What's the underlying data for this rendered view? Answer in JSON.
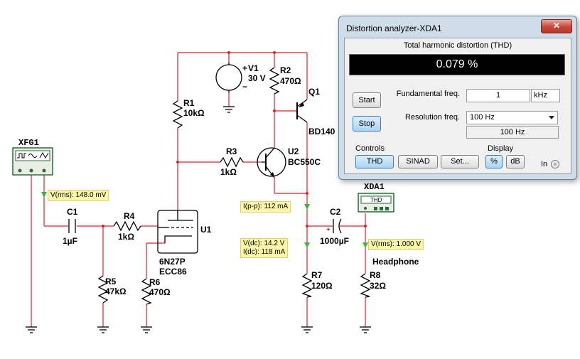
{
  "schematic": {
    "xfg": "XFG1",
    "probe_vin": "V(rms): 148.0 mV",
    "c1": {
      "ref": "C1",
      "value": "1µF"
    },
    "r4": {
      "ref": "R4",
      "value": "1kΩ"
    },
    "r5": {
      "ref": "R5",
      "value": "47kΩ"
    },
    "r6": {
      "ref": "R6",
      "value": "470Ω"
    },
    "u1": {
      "ref": "U1",
      "type1": "6N27P",
      "type2": "ECC86"
    },
    "r1": {
      "ref": "R1",
      "value": "10kΩ"
    },
    "v1": {
      "ref": "V1",
      "value": "30 V"
    },
    "r2": {
      "ref": "R2",
      "value": "470Ω"
    },
    "q1": {
      "ref": "Q1",
      "type": "BD140"
    },
    "r3": {
      "ref": "R3",
      "value": "1kΩ"
    },
    "u2": {
      "ref": "U2",
      "type": "BC550C"
    },
    "probe_ipp": "I(p-p): 112 mA",
    "probe_vdc": "V(dc): 14.2 V",
    "probe_idc": "I(dc): 118 mA",
    "c2": {
      "ref": "C2",
      "value": "1000µF"
    },
    "xda": {
      "ref": "XDA1",
      "label": "THD"
    },
    "probe_vout": "V(rms): 1.000 V",
    "headphone": "Headphone",
    "r7": {
      "ref": "R7",
      "value": "120Ω"
    },
    "r8": {
      "ref": "R8",
      "value": "32Ω"
    },
    "plus": "+",
    "minus": "−"
  },
  "analyzer": {
    "title": "Distortion analyzer-XDA1",
    "close": "✕",
    "thd_title": "Total harmonic distortion (THD)",
    "thd_value": "0.079 %",
    "start": "Start",
    "stop": "Stop",
    "fund_label": "Fundamental freq.",
    "fund_value": "1",
    "fund_unit": "kHz",
    "res_label": "Resolution freq.",
    "res_value": "100 Hz",
    "res_readout": "100 Hz",
    "controls_label": "Controls",
    "display_label": "Display",
    "thd_btn": "THD",
    "sinad_btn": "SINAD",
    "set_btn": "Set...",
    "pct_btn": "%",
    "db_btn": "dB",
    "in_label": "In"
  }
}
